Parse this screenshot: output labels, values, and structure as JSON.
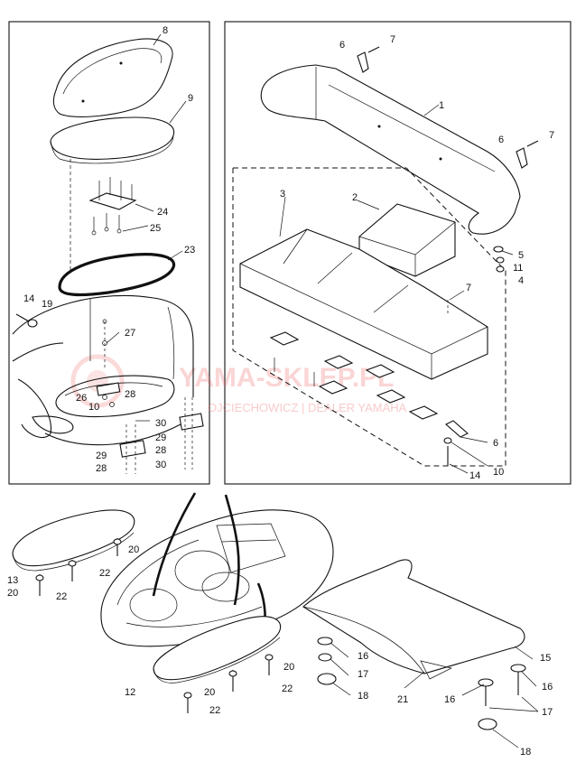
{
  "diagram": {
    "callouts": [
      {
        "id": "c8",
        "text": "8"
      },
      {
        "id": "c9",
        "text": "9"
      },
      {
        "id": "c24",
        "text": "24"
      },
      {
        "id": "c25",
        "text": "25"
      },
      {
        "id": "c23",
        "text": "23"
      },
      {
        "id": "c14a",
        "text": "14"
      },
      {
        "id": "c19",
        "text": "19"
      },
      {
        "id": "c27",
        "text": "27"
      },
      {
        "id": "c26",
        "text": "26"
      },
      {
        "id": "c28a",
        "text": "28"
      },
      {
        "id": "c10a",
        "text": "10"
      },
      {
        "id": "c30a",
        "text": "30"
      },
      {
        "id": "c29a",
        "text": "29"
      },
      {
        "id": "c28b",
        "text": "28"
      },
      {
        "id": "c29b",
        "text": "29"
      },
      {
        "id": "c28c",
        "text": "28"
      },
      {
        "id": "c30b",
        "text": "30"
      },
      {
        "id": "c6a",
        "text": "6"
      },
      {
        "id": "c7a",
        "text": "7"
      },
      {
        "id": "c1",
        "text": "1"
      },
      {
        "id": "c6b",
        "text": "6"
      },
      {
        "id": "c7b",
        "text": "7"
      },
      {
        "id": "c3",
        "text": "3"
      },
      {
        "id": "c2",
        "text": "2"
      },
      {
        "id": "c5",
        "text": "5"
      },
      {
        "id": "c11",
        "text": "11"
      },
      {
        "id": "c4",
        "text": "4"
      },
      {
        "id": "c7c",
        "text": "7"
      },
      {
        "id": "c6c",
        "text": "6"
      },
      {
        "id": "c10b",
        "text": "10"
      },
      {
        "id": "c14b",
        "text": "14"
      },
      {
        "id": "c20a",
        "text": "20"
      },
      {
        "id": "c22a",
        "text": "22"
      },
      {
        "id": "c13",
        "text": "13"
      },
      {
        "id": "c20b",
        "text": "20"
      },
      {
        "id": "c22b",
        "text": "22"
      },
      {
        "id": "c20c",
        "text": "20"
      },
      {
        "id": "c22c",
        "text": "22"
      },
      {
        "id": "c12",
        "text": "12"
      },
      {
        "id": "c20d",
        "text": "20"
      },
      {
        "id": "c22d",
        "text": "22"
      },
      {
        "id": "c16a",
        "text": "16"
      },
      {
        "id": "c17a",
        "text": "17"
      },
      {
        "id": "c18a",
        "text": "18"
      },
      {
        "id": "c21",
        "text": "21"
      },
      {
        "id": "c15",
        "text": "15"
      },
      {
        "id": "c16b",
        "text": "16"
      },
      {
        "id": "c16c",
        "text": "16"
      },
      {
        "id": "c17b",
        "text": "17"
      },
      {
        "id": "c18b",
        "text": "18"
      }
    ]
  },
  "watermark": {
    "title": "YAMA-SKLEP.PL",
    "subtitle": "OJCIECHOWICZ | DEALER YAMAHA",
    "color": "#ef6b6b"
  }
}
